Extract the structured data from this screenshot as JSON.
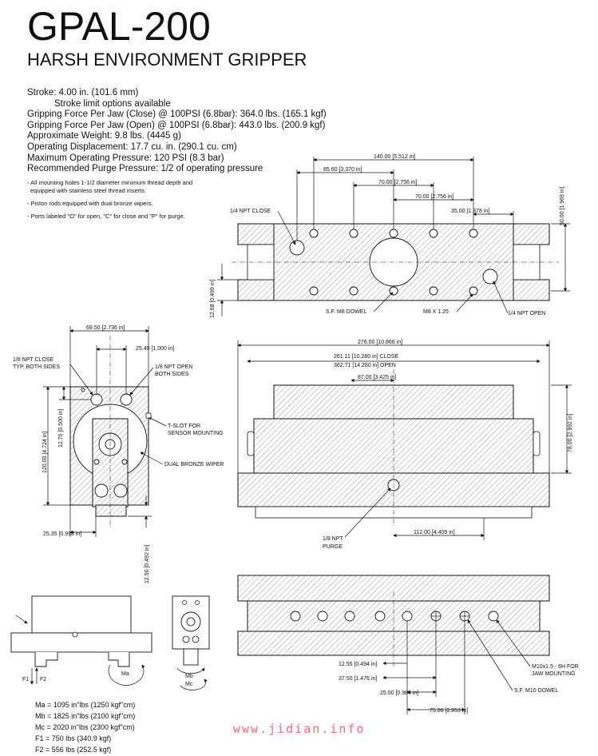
{
  "header": {
    "title": "GPAL-200",
    "subtitle": "HARSH ENVIRONMENT GRIPPER"
  },
  "specs": [
    "Stroke: 4.00 in. (101.6 mm)",
    "Stroke limit options available",
    "Gripping Force Per Jaw (Close) @ 100PSI (6.8bar): 364.0 lbs. (165.1 kgf)",
    "Gripping Force Per Jaw (Open) @ 100PSI (6.8bar): 443.0 lbs. (200.9 kgf)",
    "Approximate Weight: 9.8 lbs. (4445 g)",
    "Operating Displacement: 17.7 cu. in. (290.1 cu. cm)",
    "Maximum Operating Pressure: 120 PSI (8.3 bar)",
    "Recommended Purge Pressure: 1/2 of operating pressure"
  ],
  "notes": [
    "- All mounting holes 1-1/2 diameter minimum thread depth and",
    "equipped with stainless steel thread inserts.",
    "- Piston rods equipped with dual bronze wipers.",
    "- Ports labeled \"O\" for open, \"C\" for close and \"P\" for purge."
  ],
  "moments": [
    "Ma = 1095 in\"lbs (1250 kgf\"cm)",
    "Mb = 1825 in\"lbs (2100 kgf\"cm)",
    "Mc = 2020 in\"lbs (2300 kgf\"cm)",
    "F1 =  750 lbs (340.9 kgf)",
    "F2 = 556 lbs (252.5 kgf)"
  ],
  "watermark": "www.jidian.info",
  "drawing_labels": {
    "dim_140": "140.00 [5.512 in]",
    "dim_85": "85.60 [3.370 in]",
    "dim_70a": "70.00 [2.756 in]",
    "dim_70b": "70.00 [2.756 in]",
    "dim_35": "35.00 [1.378 in]",
    "dim_50": "50.00 [1.969 in]",
    "dim_1268": "12.68 [0.499 in]",
    "npt_close": "1/4 NPT CLOSE",
    "dowel_m8": "S.F. M8 DOWEL",
    "m8": "M8 X 1.25",
    "npt_open_14": "1/4 NPT OPEN",
    "dim_6950": "69.50 [2.736 in]",
    "dim_2540": "25.40 [1.000 in]",
    "npt18_close_1": "1/8 NPT CLOSE",
    "npt18_close_2": "TYP. BOTH SIDES",
    "npt18_open_1": "1/8 NPT OPEN",
    "npt18_open_2": "BOTH SIDES",
    "tslot_1": "T-SLOT FOR",
    "tslot_2": "SENSOR MOUNTING",
    "wiper": "DUAL BRONZE WIPER",
    "dim_120": "120.00 [4.724 in]",
    "dim_1270": "12.70 [0.500 in]",
    "dim_2535": "25.35 [0.998 in]",
    "dim_1250": "12.50 [0.492 in]",
    "dim_276": "276.00 [10.866 in]",
    "dim_261": "261.11 [10.280 in] CLOSE",
    "dim_362": "362.71 [14.280 in] OPEN",
    "dim_87": "87.00 [3.425 in]",
    "dim_78": "78.00 [2.992 in]",
    "purge_1": "1/8 NPT",
    "purge_2": "PURGE",
    "dim_112": "112.00 [4.409 in]",
    "dim_1255": "12.55 [0.494 in]",
    "dim_3750": "37.50 [1.476 in]",
    "dim_25": "25.00 [0.984 in]",
    "dim_75": "75.00 [2.953 in]",
    "m10_1": "M10x1.5 - 6H FOR",
    "m10_2": "JAW MOUNTING",
    "dowel_m10": "S.F. M10 DOWEL",
    "f1": "F1",
    "f2": "F2",
    "ma": "Ma",
    "mb": "Mb",
    "mc": "Mc"
  }
}
